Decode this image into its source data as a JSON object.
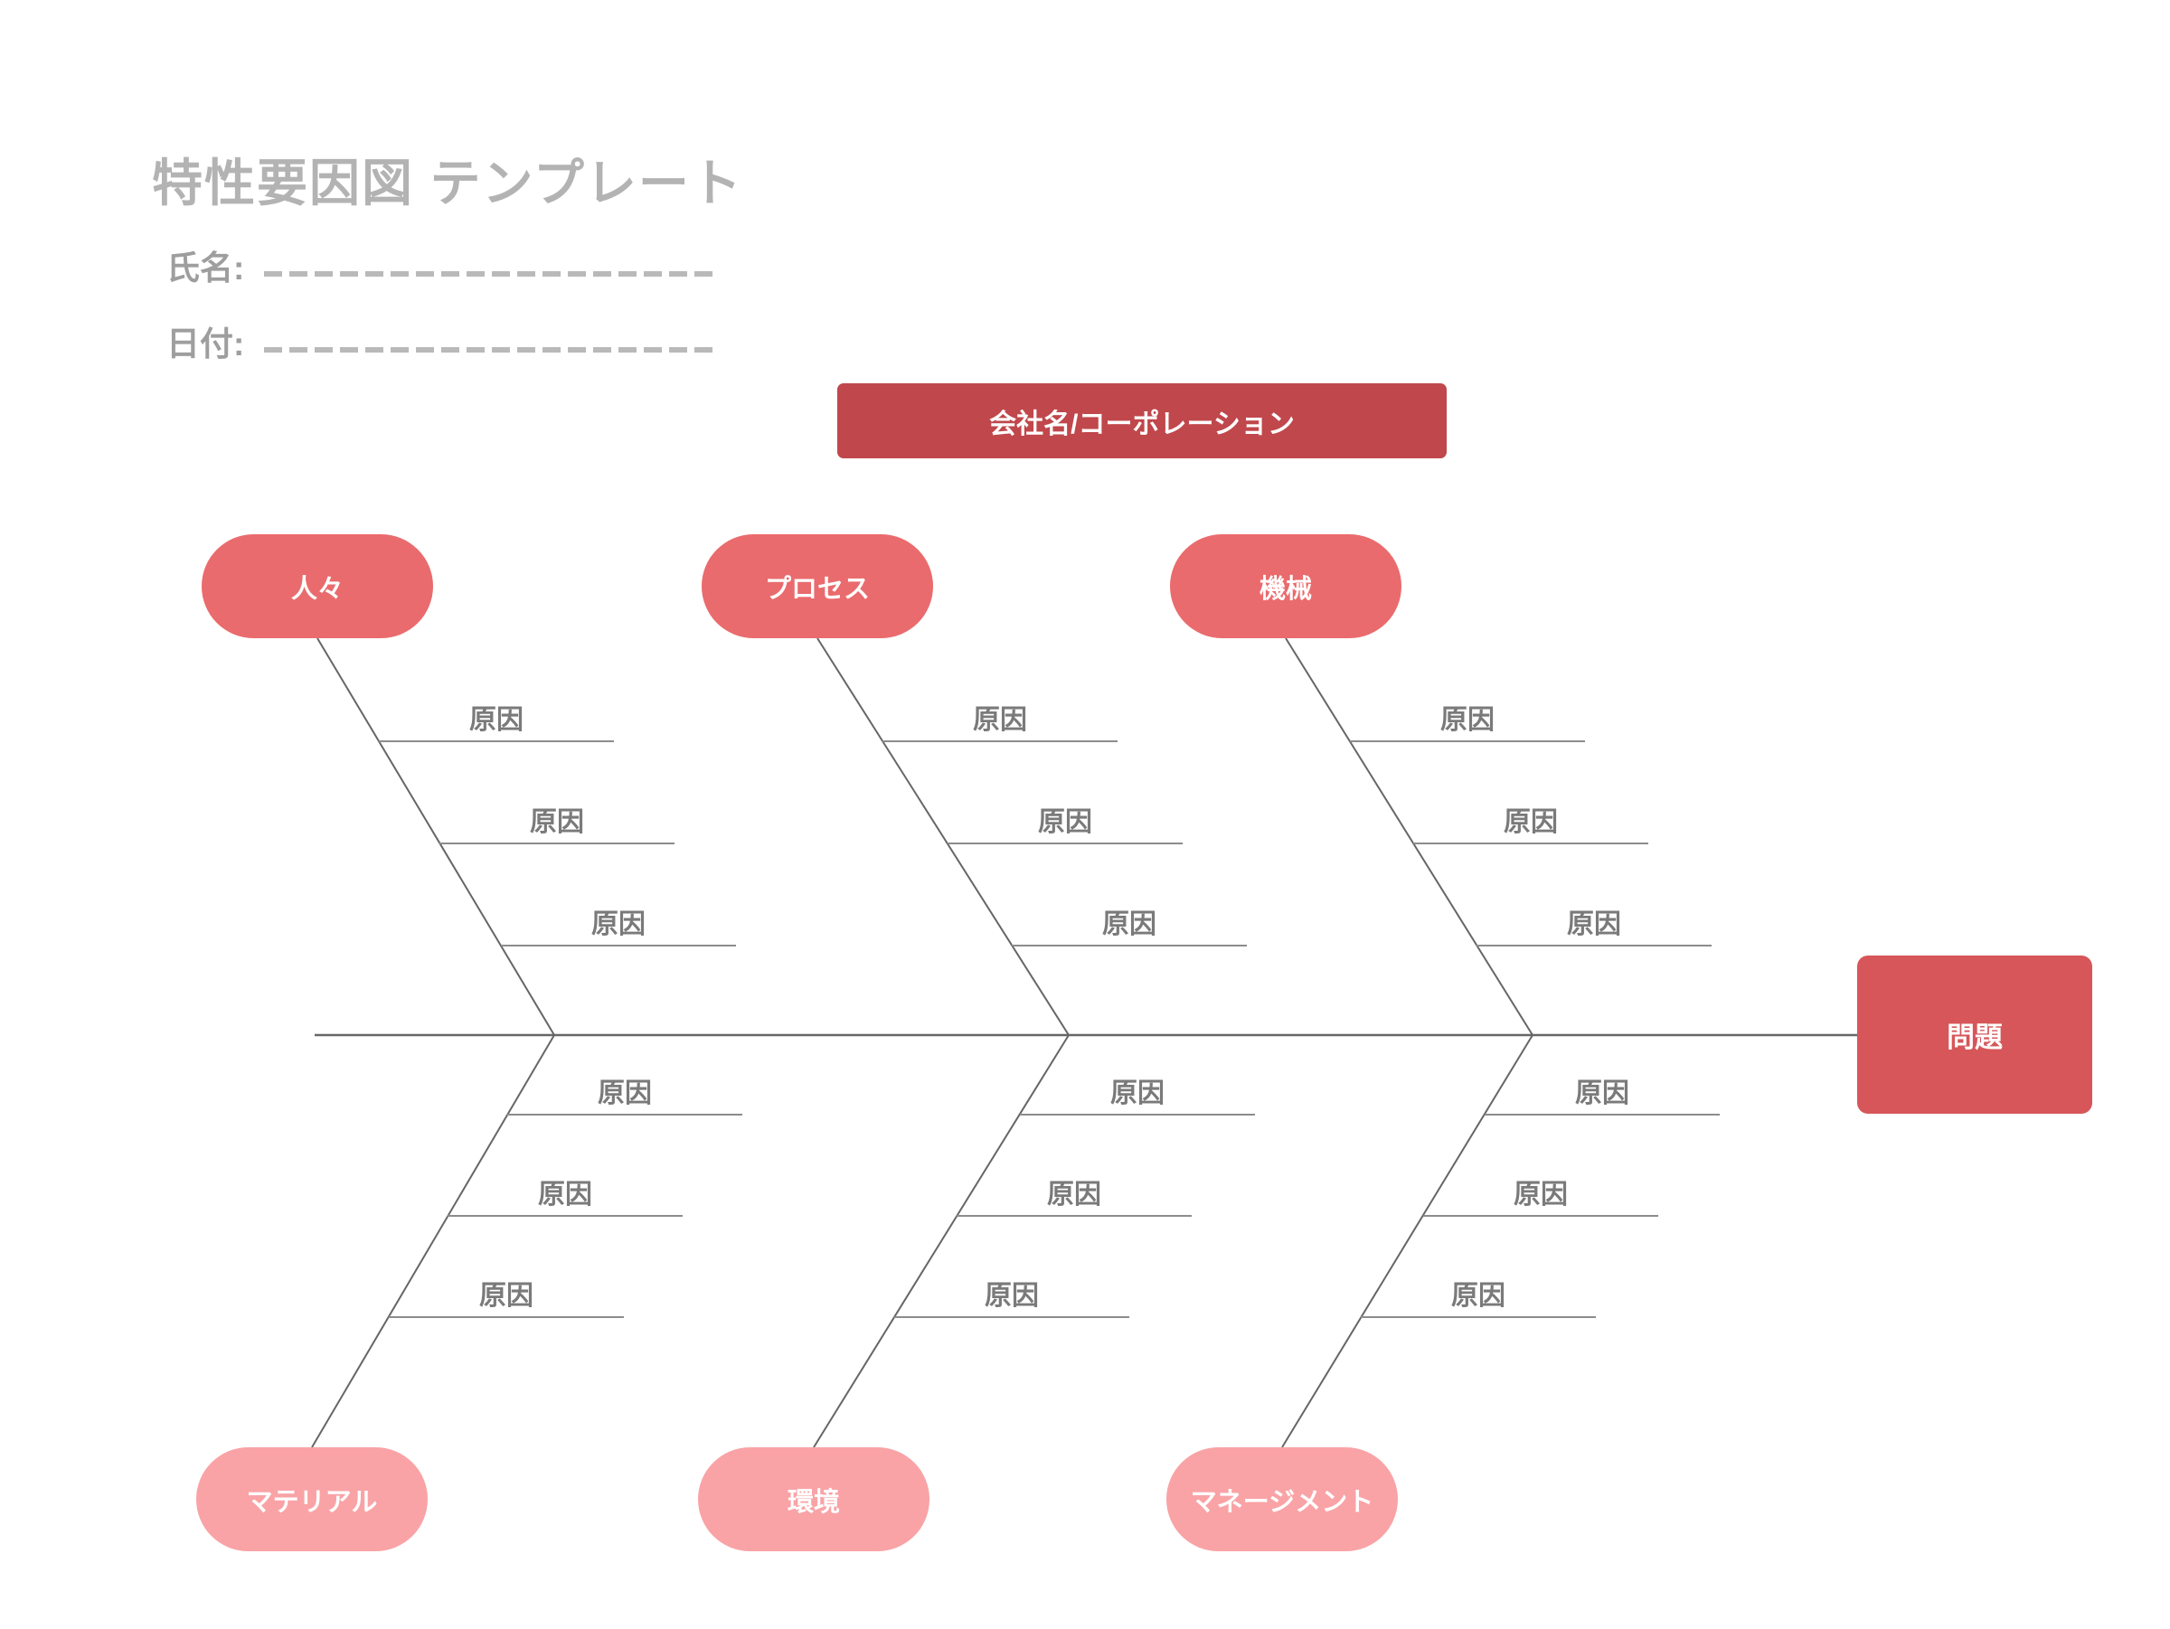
{
  "page": {
    "title": "特性要因図 テンプレート",
    "name_label": "氏名:",
    "name_value": "",
    "date_label": "日付:",
    "date_value": ""
  },
  "diagram": {
    "company_banner_label": "会社名/コーポレーション",
    "problem_label": "問題",
    "cause_label": "原因",
    "top_categories": [
      {
        "label": "人々"
      },
      {
        "label": "プロセス"
      },
      {
        "label": "機械"
      }
    ],
    "bottom_categories": [
      {
        "label": "マテリアル"
      },
      {
        "label": "環境"
      },
      {
        "label": "マネージメント"
      }
    ],
    "colors": {
      "banner": "#c0474b",
      "top_category": "#ea6b6d",
      "bottom_category": "#f9a3a6",
      "problem": "#d65659",
      "spine_line": "#666666",
      "branch_line": "#8c8c8c",
      "title_text": "#b3b3b3",
      "field_text": "#9e9e9e",
      "cause_text": "#7a7a7a",
      "background": "#ffffff"
    }
  }
}
